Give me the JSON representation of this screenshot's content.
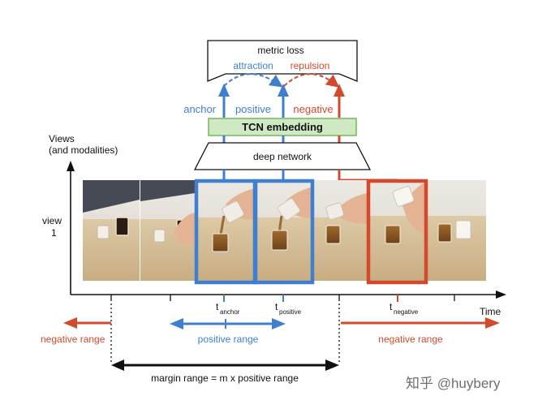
{
  "loss": {
    "label": "metric loss",
    "attraction": "attraction",
    "repulsion": "repulsion"
  },
  "arrows": {
    "anchor": "anchor",
    "positive": "positive",
    "negative": "negative"
  },
  "embedding": "TCN embedding",
  "network": "deep network",
  "views_label_line1": "Views",
  "views_label_line2": "(and modalities)",
  "view_label": "view",
  "view_number": "1",
  "time_axis_label": "Time",
  "ticks": {
    "anchor_t": "t",
    "anchor_sub": "anchor",
    "positive_t": "t",
    "positive_sub": "positive",
    "negative_t": "t",
    "negative_sub": "negative"
  },
  "ranges": {
    "negative_left": "negative range",
    "positive": "positive range",
    "negative_right": "negative range",
    "margin": "margin range = m x positive range"
  },
  "watermark": "知乎 @huybery",
  "frames": [
    {
      "name": "frame-1-empty-cup-and-coffee"
    },
    {
      "name": "frame-2-hand-grabs-cup"
    },
    {
      "name": "frame-3-anchor-pouring"
    },
    {
      "name": "frame-4-positive-pouring"
    },
    {
      "name": "frame-5-hand-lifts-cup"
    },
    {
      "name": "frame-6-negative-cup-raised"
    },
    {
      "name": "frame-7-final-two-cups"
    }
  ],
  "colors": {
    "blue": "#3e7fd0",
    "red": "#d24a2b",
    "green_fill": "#cfe9c4",
    "green_stroke": "#77b85a",
    "black": "#111111"
  }
}
